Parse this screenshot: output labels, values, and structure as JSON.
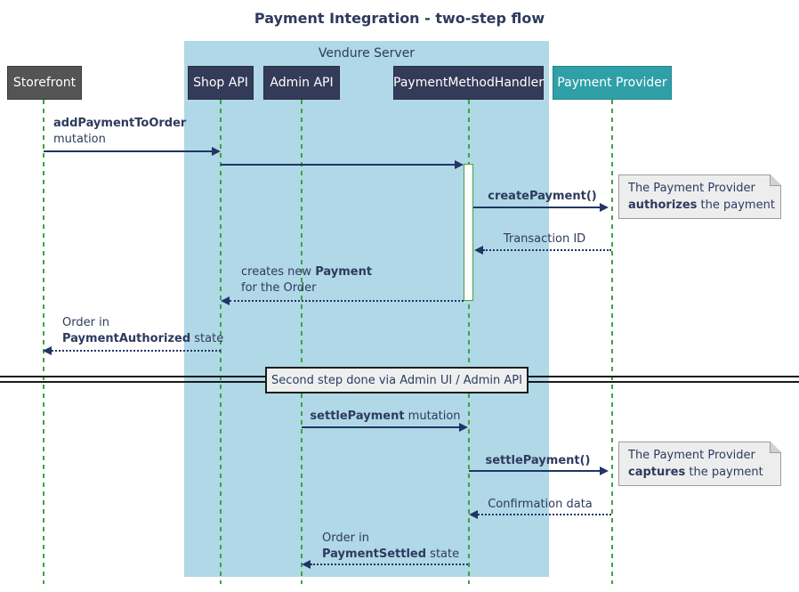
{
  "title": "Payment Integration - two-step flow",
  "frame": {
    "label": "Vendure Server"
  },
  "participants": [
    {
      "name": "Storefront"
    },
    {
      "name": "Shop API"
    },
    {
      "name": "Admin API"
    },
    {
      "name": "PaymentMethodHandler"
    },
    {
      "name": "Payment Provider"
    }
  ],
  "messages": {
    "add_payment": {
      "bold": "addPaymentToOrder",
      "line2": "mutation"
    },
    "create_payment": {
      "label": "createPayment()"
    },
    "transaction_id": {
      "label": "Transaction ID"
    },
    "creates_payment": {
      "pre": "creates new ",
      "bold": "Payment",
      "line2": "for the Order"
    },
    "order_authorized": {
      "line1": "Order in",
      "bold": "PaymentAuthorized",
      "rest": " state"
    },
    "settle_mutation": {
      "bold": "settlePayment",
      "rest": " mutation"
    },
    "settle_call": {
      "label": "settlePayment()"
    },
    "confirmation": {
      "label": "Confirmation data"
    },
    "order_settled": {
      "line1": "Order in",
      "bold": "PaymentSettled",
      "rest": " state"
    }
  },
  "divider": {
    "label": "Second step done via Admin UI / Admin API"
  },
  "notes": {
    "authorize": {
      "line1": "The Payment Provider",
      "bold": "authorizes",
      "rest": " the payment"
    },
    "capture": {
      "line1": "The Payment Provider",
      "bold": "captures",
      "rest": " the payment"
    }
  },
  "colors": {
    "navy_text": "#2e3a5e",
    "arrow_color": "#1f3566",
    "lifeline_green": "#3ea43e",
    "frame_blue": "#b0d8e6",
    "participant_navy": "#343b58",
    "participant_gray": "#545454",
    "participant_teal": "#2fa0a8",
    "note_bg": "#ededed",
    "note_border": "#9c9c9c"
  }
}
